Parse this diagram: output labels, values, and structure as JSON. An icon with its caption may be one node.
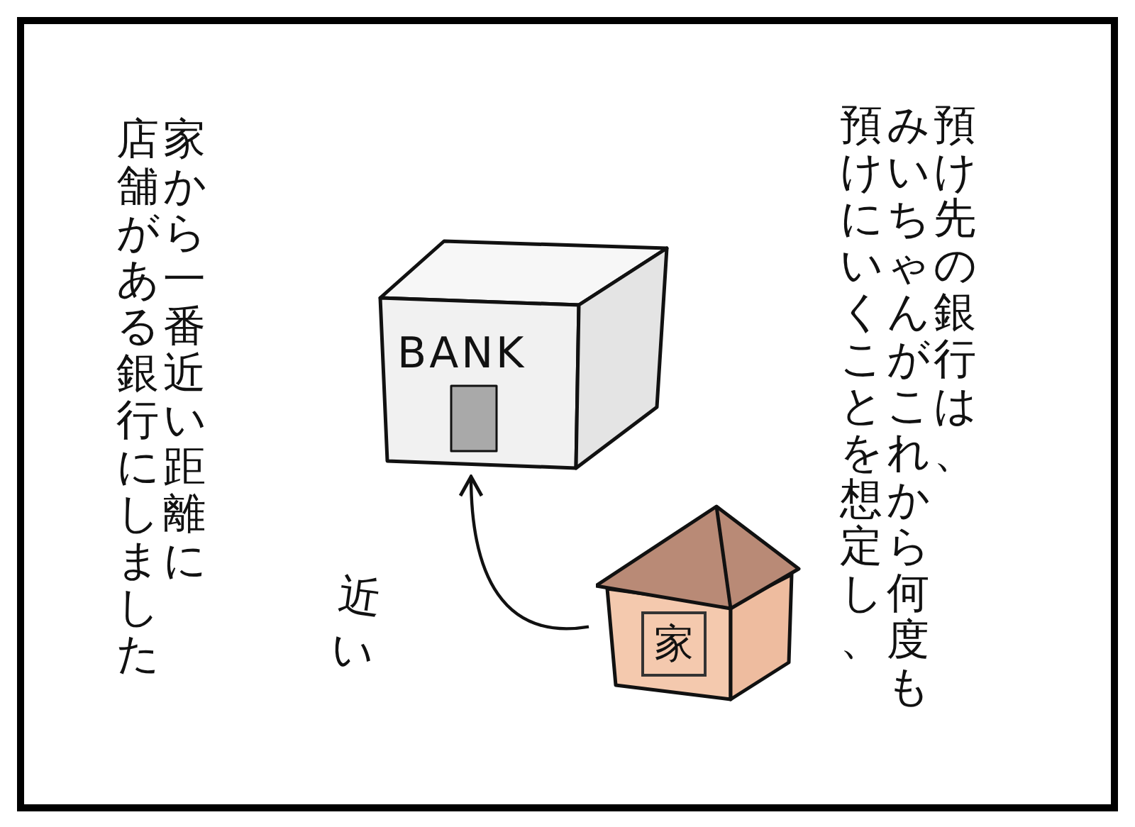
{
  "diagram": {
    "nodes": [
      {
        "text": [
          "BANK"
        ]
      },
      {
        "text": [
          "家"
        ]
      }
    ],
    "edges": [
      {
        "from": 1,
        "to": 0,
        "arrow": "to",
        "label": "近い"
      }
    ],
    "labels": [
      "預け先の銀行は、みいちゃんがこれから何度も預けにいくことを想定し、",
      "家から一番近い距離に店舗がある銀行にしました"
    ]
  }
}
